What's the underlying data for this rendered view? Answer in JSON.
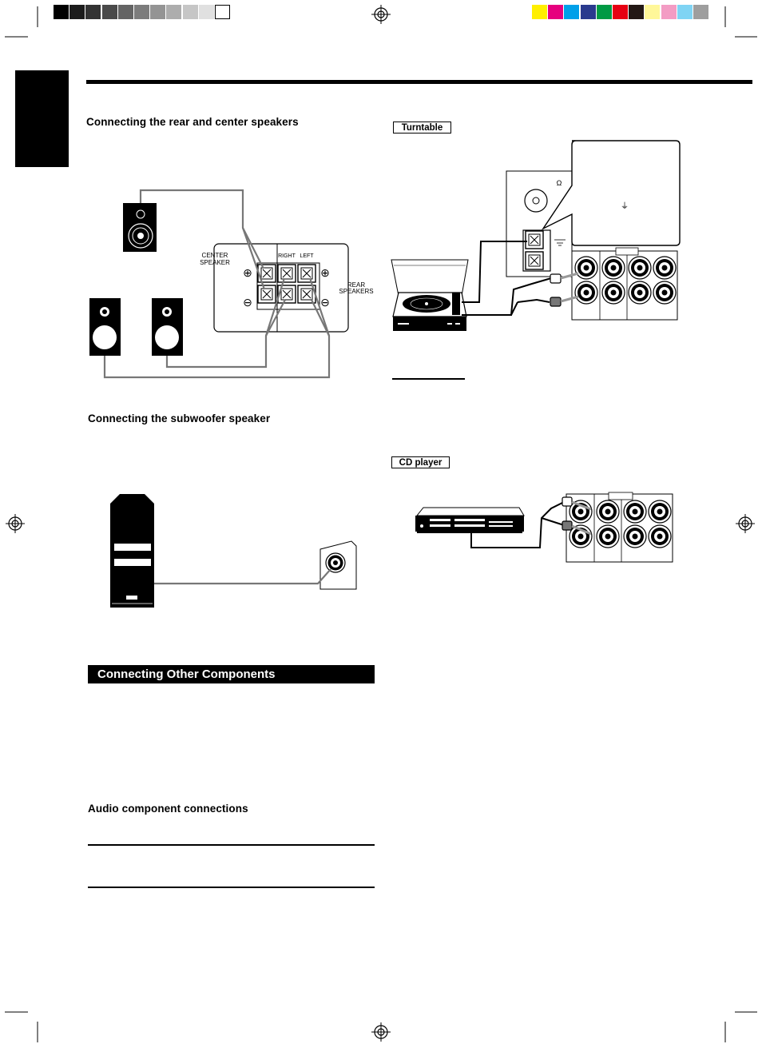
{
  "colors": {
    "gray_bar": [
      "#000000",
      "#1c1c1c",
      "#333333",
      "#4a4a4a",
      "#646464",
      "#7c7c7c",
      "#949494",
      "#adadad",
      "#c6c6c6",
      "#e0e0e0",
      "#ffffff"
    ],
    "color_bar": [
      "#ffef00",
      "#e6007e",
      "#00a0e9",
      "#2a3a8e",
      "#009a44",
      "#e60012",
      "#231815",
      "#fff799",
      "#f39cc4",
      "#7fd4f4",
      "#9e9e9e"
    ],
    "banner_bg": "#000000",
    "banner_text": "#ffffff"
  },
  "sections": {
    "rear_center_title": "Connecting the rear and center speakers",
    "subwoofer_title": "Connecting the subwoofer speaker",
    "other_components_banner": "Connecting Other Components",
    "audio_connections_title": "Audio component connections"
  },
  "tags": {
    "turntable": "Turntable",
    "cd_player": "CD player"
  },
  "speaker_panel": {
    "center_speaker": [
      "CENTER",
      "SPEAKER"
    ],
    "right": "RIGHT",
    "left": "LEFT",
    "rear_speakers": [
      "REAR",
      "SPEAKERS"
    ],
    "plus": "⊕",
    "minus": "⊖"
  },
  "turntable_panel": {
    "ohm_symbol": "Ω",
    "ground_symbol": "⏚"
  },
  "icons": [
    "registration-mark-icon",
    "speaker-icon",
    "turntable-icon",
    "cd-player-icon",
    "subwoofer-icon",
    "rca-jack-icon"
  ]
}
